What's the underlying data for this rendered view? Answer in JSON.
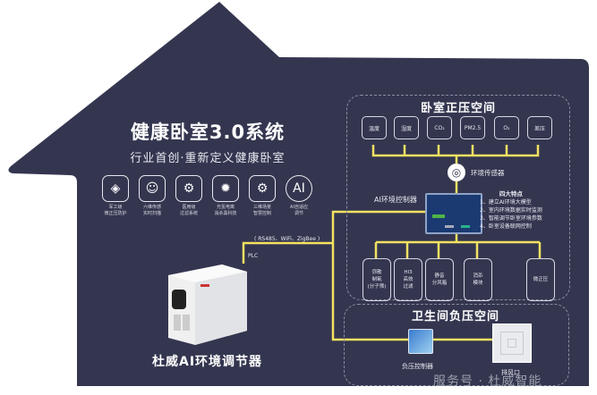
{
  "colors": {
    "background": "#343650",
    "line": "#f3e261",
    "text": "#ffffff",
    "outer": "#ffffff"
  },
  "main": {
    "title": "健康卧室3.0系统",
    "subtitle": "行业首创·重新定义健康卧室",
    "features": [
      {
        "icon": "shield-icon",
        "glyph": "◈",
        "label": "军工级\n微正压防护"
      },
      {
        "icon": "face-scan-icon",
        "glyph": "☺",
        "label": "六维传感\n实时扫描"
      },
      {
        "icon": "filter-icon",
        "glyph": "⚙",
        "label": "医用级\n过滤系统"
      },
      {
        "icon": "sterilize-icon",
        "glyph": "✹",
        "label": "光氢电离\n消杀黑科技"
      },
      {
        "icon": "gears-icon",
        "glyph": "⚙",
        "label": "三维场景\n智慧控制"
      },
      {
        "icon": "ai-head-icon",
        "glyph": "AI",
        "label": "AI自适应\n调节"
      }
    ]
  },
  "bedroom": {
    "title": "卧室正压空间",
    "sensors": [
      "温度",
      "湿度",
      "CO₂",
      "PM2.5",
      "O₂",
      "差压"
    ],
    "sensor_hub": "环境传感器",
    "controller_label": "AI环境控制器",
    "features_title": "四大特点",
    "features": [
      "1、建立AI环境大模型",
      "2、室内环境数据实时监测",
      "3、智能调节卧室环境参数",
      "4、卧室设备联网控制"
    ],
    "modules": [
      "弥散\n制氧\n(分子筛)",
      "HI3\n高效\n过滤",
      "静音\n分风箱",
      "消杀\n模块",
      "微正压"
    ]
  },
  "bathroom": {
    "title": "卫生间负压空间",
    "controller": "负压控制器",
    "vent": "排风口"
  },
  "connection": {
    "protocols": "( RS485、WiFi、ZigBee )",
    "plc": "PLC"
  },
  "device": {
    "name": "杜威AI环境调节器"
  },
  "watermark": "服务号 · 杜威智能"
}
